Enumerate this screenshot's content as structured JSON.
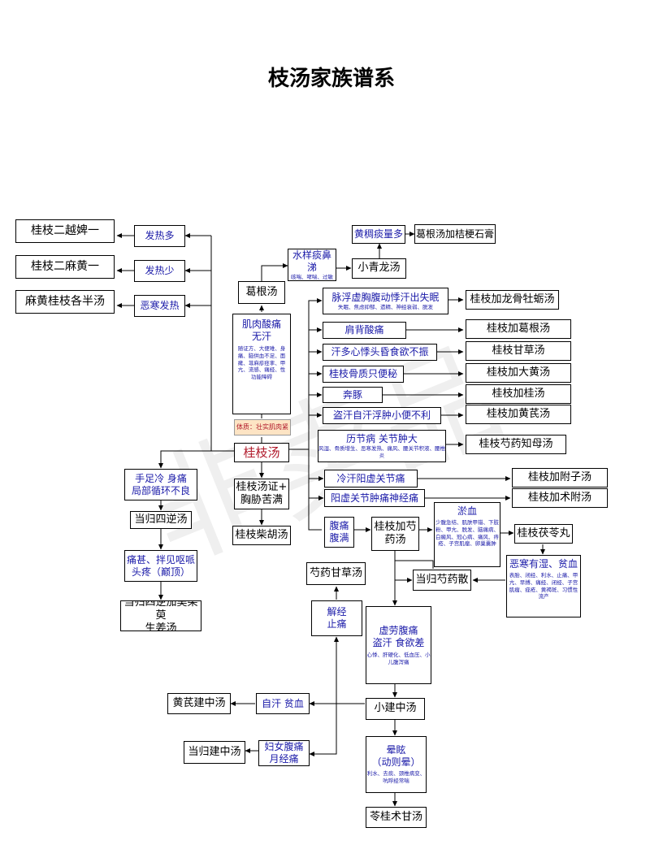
{
  "title": "枝汤家族谱系",
  "watermark": "非卖品",
  "nodes": {
    "er_yue": "桂枝二越婢一",
    "er_ma": "桂枝二麻黄一",
    "ma_ban": "麻黄桂枝各半汤",
    "fa_re_duo": "发热多",
    "fa_re_shao": "发热少",
    "wu_han_fa_re": "恶寒发热",
    "ge_gen_tang": "葛根汤",
    "ji_rou": {
      "main": "肌肉酸痛",
      "sub": "无汗",
      "notes": "随证方、大便难、身痛、脑供血不足、面瘫、荨麻疹痉挛、甲亢、流感、痛经、性功能障碍"
    },
    "ti_zhi": "体质：壮实肌肉紧",
    "shui_yang": {
      "main": "水样痰鼻涕",
      "notes": "咳喘、哮喘、过敏"
    },
    "huang_chou": "黄稠痰量多",
    "ge_gen_jie": "葛根汤加桔梗石膏",
    "xiao_qing_long": "小青龙汤",
    "mai_fu": {
      "main": "脉浮虚胸腹动悸汗出失眠",
      "notes": "失眠、焦虑抑郁、遗精、神经衰弱、脱发"
    },
    "long_mu": "桂枝加龙骨牡蛎汤",
    "jian_bei": "肩背酸痛",
    "jia_ge_gen": "桂枝加葛根汤",
    "han_duo": "汗多心悸头昏食欲不振",
    "gan_cao": "桂枝甘草汤",
    "gu_zhi": "桂枝骨质只便秘",
    "da_huang": "桂枝加大黄汤",
    "ben_tun": "奔豚",
    "jia_gui": "桂枝加桂汤",
    "dao_han": "盗汗自汗浮肿小便不利",
    "huang_qi": "桂枝加黄芪汤",
    "gui_zhi_tang": "桂枝汤",
    "li_jie": {
      "main": "历节病  关节肿大",
      "notes": "风湿、骨质增生、恶寒发热、痛风、腰关节积液、腰椎炎"
    },
    "shao_yao_zhi_mu": "桂枝芍药知母汤",
    "leng_han": "冷汗阳虚关节痛",
    "fu_zi": "桂枝加附子汤",
    "yang_xu": "阳虚关节肿痛神经痛",
    "zhu_fu": "桂枝加术附汤",
    "shou_zu": {
      "l1": "手足冷  身痛",
      "l2": "局部循环不良"
    },
    "dang_gui_si_ni": "当归四逆汤",
    "tong_shen": {
      "l1": "痛甚、拌见呕哌",
      "l2": "头疼（巅顶）"
    },
    "wu_zhu_yu": {
      "l1": "当归四逆加吴茱萸",
      "l2": "生姜汤"
    },
    "xiong_xie": {
      "l1": "桂枝汤证+",
      "l2": "胸胁苦满"
    },
    "chai_hu": "桂枝柴胡汤",
    "fu_tong": {
      "l1": "腹痛",
      "l2": "腹满"
    },
    "jia_shao": {
      "l1": "桂枝加芍",
      "l2": "药汤"
    },
    "yu_xue": {
      "main": "淤血",
      "notes": "少腹急结、肌肤甲错、下肢粉、甲亢、脱发、脑痛病、白癜风、冠心病、痛风、痔疮、子宫肌瘤、卵巢囊肿"
    },
    "fu_ling_wan": "桂枝茯苓丸",
    "wu_han_shi": {
      "main": "恶寒有湿、贫血",
      "notes": "表胎、闭经、利水、止痛、甲亢、早搏、痛经、闭经、子宫肌瘤、痤疮、黄褐斑、习惯性流产"
    },
    "shao_gan": "芍药甘草汤",
    "dang_gui_shao_san": "当归芍药散",
    "jie_jing": {
      "l1": "解经",
      "l2": "止痛"
    },
    "xu_lao": {
      "l1": "虚劳腹痛",
      "l2": "盗汗  食欲差",
      "notes": "心悸、肝硬化、低血压、小儿腹泻痛"
    },
    "huang_qi_jian": "黄芪建中汤",
    "zi_han": "自汗  贫血",
    "xiao_jian_zhong": "小建中汤",
    "dang_gui_jian": "当归建中汤",
    "fu_nv": {
      "l1": "妇女腹痛",
      "l2": "月经痛"
    },
    "yun_xuan": {
      "l1": "晕眩",
      "l2": "（动则晕）",
      "notes": "利水、去痰、颈椎病变、吭呼经常喘"
    },
    "ling_gui": "苓桂术甘汤"
  },
  "colors": {
    "line": "#000000",
    "blue_text": "#1a1aa8",
    "red_text": "#b0182a",
    "note_bg": "#fde4c4"
  }
}
